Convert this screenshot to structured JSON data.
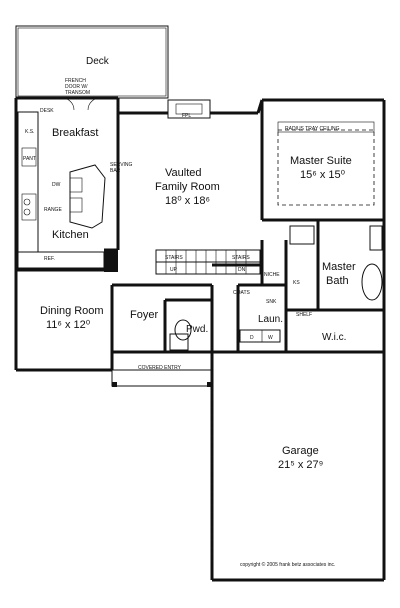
{
  "rooms": {
    "deck": "Deck",
    "french_door": "FRENCH",
    "french_door2": "DOOR W/",
    "french_door3": "TRANSOM",
    "desk": "DESK",
    "breakfast": "Breakfast",
    "ks": "K.S.",
    "pant": "PANT",
    "dw": "DW",
    "range": "RANGE",
    "serving_bar": "SERVING",
    "serving_bar2": "BAR",
    "kitchen": "Kitchen",
    "ref": "REF.",
    "fpl": "FPL",
    "family_name": "Vaulted",
    "family_name2": "Family Room",
    "family_size": "18⁰ x 18⁶",
    "tray_ceiling": "RADIUS TRAY CEILING",
    "master_suite": "Master Suite",
    "master_suite_size": "15⁶ x 15⁰",
    "stairs_up": "STAIRS",
    "stairs_up2": "UP",
    "stairs_dn": "STAIRS",
    "stairs_dn2": "DN",
    "niche": "NICHE",
    "master_bath": "Master",
    "master_bath2": "Bath",
    "ks2": "KS",
    "coats": "COATS",
    "sink": "SNK",
    "laun": "Laun.",
    "shelf": "SHELF",
    "wic": "W.i.c.",
    "d": "D",
    "w": "W",
    "dining": "Dining Room",
    "dining_size": "11⁶ x 12⁰",
    "foyer": "Foyer",
    "pwd": "Pwd.",
    "covered_entry": "COVERED ENTRY",
    "garage": "Garage",
    "garage_size": "21⁵ x 27⁹",
    "copyright": "copyright © 2005 frank betz associates inc."
  }
}
